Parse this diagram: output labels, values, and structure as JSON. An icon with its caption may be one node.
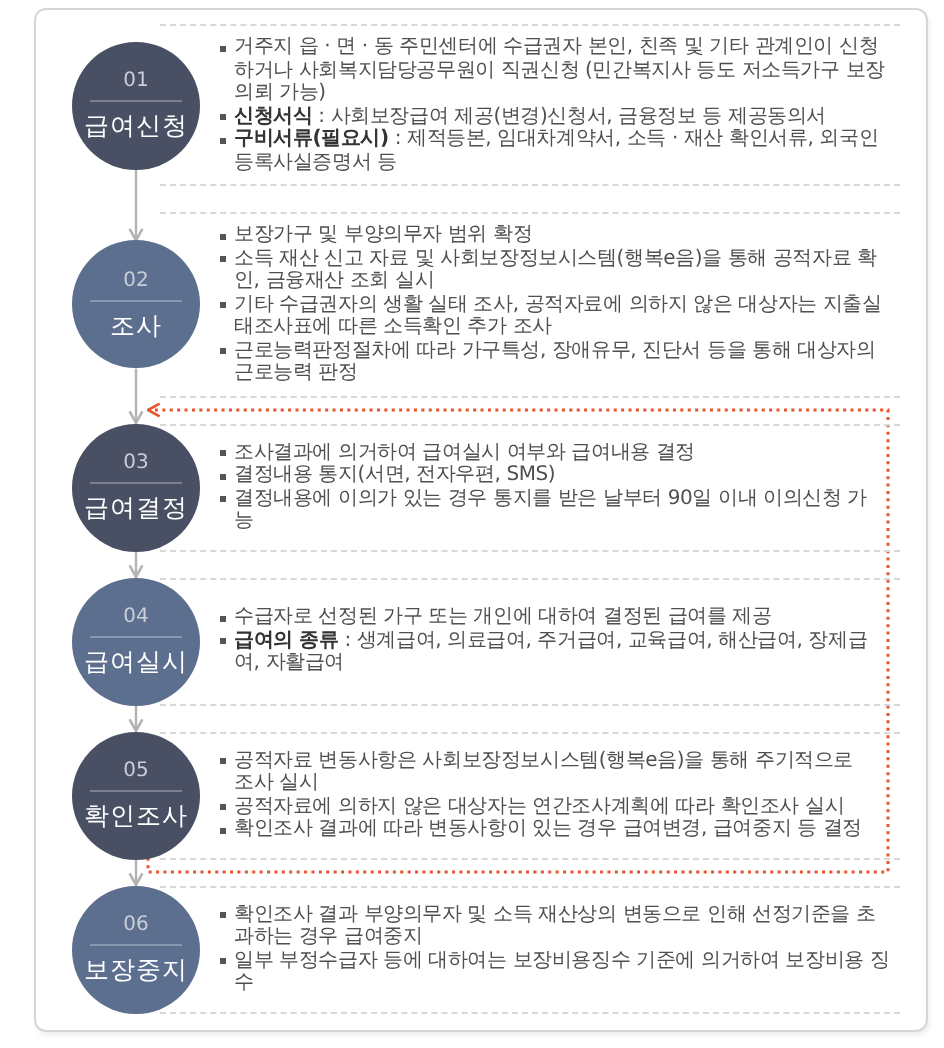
{
  "diagram": {
    "nodes": [
      {
        "text": [
          "01",
          "급여신청"
        ],
        "beside": [
          "거주지 읍 · 면 · 동 주민센터에 수급권자 본인, 친족 및 기타 관계인이 신청하거나 사회복지담당공무원이 직권신청 (민간복지사 등도 저소득가구 보장의뢰 가능)",
          "**신청서식** : 사회보장급여 제공(변경)신청서, 금융정보 등 제공동의서",
          "**구비서류(필요시)** : 제적등본, 임대차계약서, 소득 · 재산 확인서류, 외국인등록사실증명서 등"
        ]
      },
      {
        "text": [
          "02",
          "조사"
        ],
        "beside": [
          "보장가구 및 부양의무자 범위 확정",
          "소득 재산 신고 자료 및 사회보장정보시스템(행복e음)을 통해 공적자료 확인, 금융재산 조회 실시",
          "기타 수급권자의 생활 실태 조사, 공적자료에 의하지 않은 대상자는 지출실태조사표에 따른 소득확인 추가 조사",
          "근로능력판정절차에 따라 가구특성, 장애유무, 진단서 등을 통해 대상자의 근로능력 판정"
        ]
      },
      {
        "text": [
          "03",
          "급여결정"
        ],
        "beside": [
          "조사결과에 의거하여 급여실시 여부와 급여내용 결정",
          "결정내용 통지(서면, 전자우편, SMS)",
          "결정내용에 이의가 있는 경우 통지를 받은 날부터 90일 이내 이의신청 가능"
        ]
      },
      {
        "text": [
          "04",
          "급여실시"
        ],
        "beside": [
          "수급자로 선정된 가구 또는 개인에 대하여 결정된 급여를 제공",
          "**급여의 종류** : 생계급여, 의료급여, 주거급여, 교육급여, 해산급여, 장제급여, 자활급여"
        ]
      },
      {
        "text": [
          "05",
          "확인조사"
        ],
        "beside": [
          "공적자료 변동사항은 사회보장정보시스템(행복e음)을 통해 주기적으로 조사 실시",
          "공적자료에 의하지 않은 대상자는 연간조사계획에 따라 확인조사 실시",
          "확인조사 결과에 따라 변동사항이 있는 경우 급여변경, 급여중지 등 결정"
        ]
      },
      {
        "text": [
          "06",
          "보장중지"
        ],
        "beside": [
          "확인조사 결과 부양의무자 및 소득 재산상의 변동으로 인해 선정기준을 초과하는 경우 급여중지",
          "일부 부정수급자 등에 대하여는 보장비용징수 기준에 의거하여 보장비용 징수"
        ]
      }
    ],
    "edges": [
      {
        "from": 0,
        "to": 1,
        "arrow": "to"
      },
      {
        "from": 1,
        "to": 2,
        "arrow": "to"
      },
      {
        "from": 2,
        "to": 3,
        "arrow": "to"
      },
      {
        "from": 3,
        "to": 4,
        "arrow": "to"
      },
      {
        "from": 4,
        "to": 5,
        "arrow": "to"
      },
      {
        "from": 4,
        "to": 2,
        "arrow": "to",
        "style": "dashed",
        "color": "#e8552c"
      }
    ]
  }
}
